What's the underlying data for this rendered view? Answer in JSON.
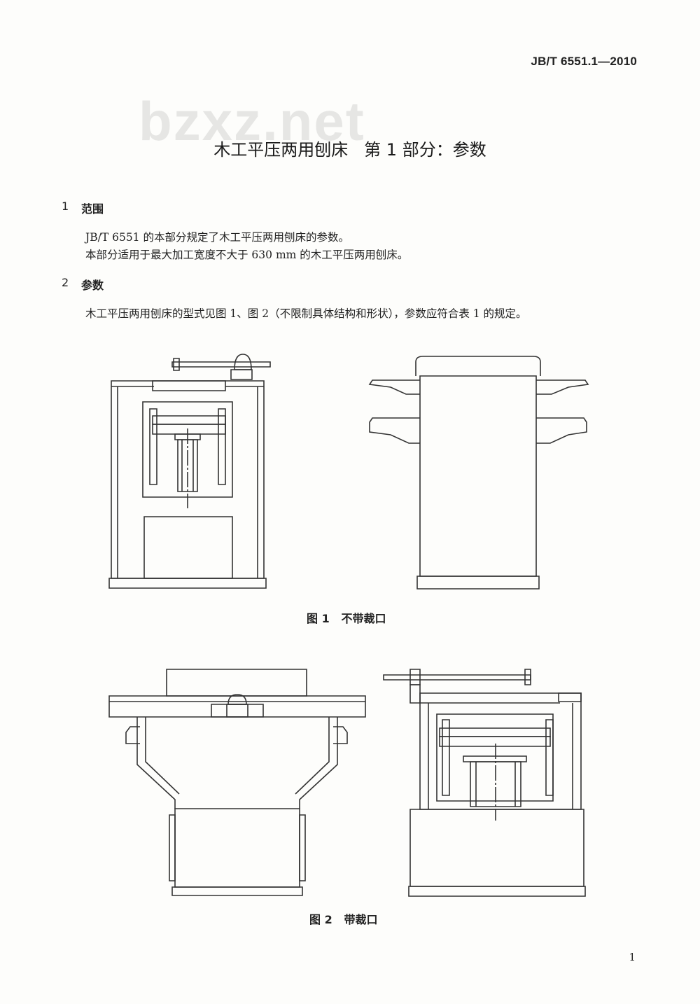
{
  "header": {
    "standard_code": "JB/T 6551.1—2010"
  },
  "watermark": "bzxz.net",
  "title": {
    "main": "木工平压两用刨床",
    "part": "第 1 部分：参数"
  },
  "sections": [
    {
      "number": "1",
      "heading": "范围",
      "paragraphs": [
        "JB/T 6551 的本部分规定了木工平压两用刨床的参数。",
        "本部分适用于最大加工宽度不大于 630 mm 的木工平压两用刨床。"
      ]
    },
    {
      "number": "2",
      "heading": "参数",
      "paragraphs": [
        "木工平压两用刨床的型式见图 1、图 2（不限制具体结构和形状），参数应符合表 1 的规定。"
      ]
    }
  ],
  "figures": [
    {
      "label": "图 1",
      "caption": "不带裁口"
    },
    {
      "label": "图 2",
      "caption": "带裁口"
    }
  ],
  "footer": {
    "page_number": "1"
  }
}
